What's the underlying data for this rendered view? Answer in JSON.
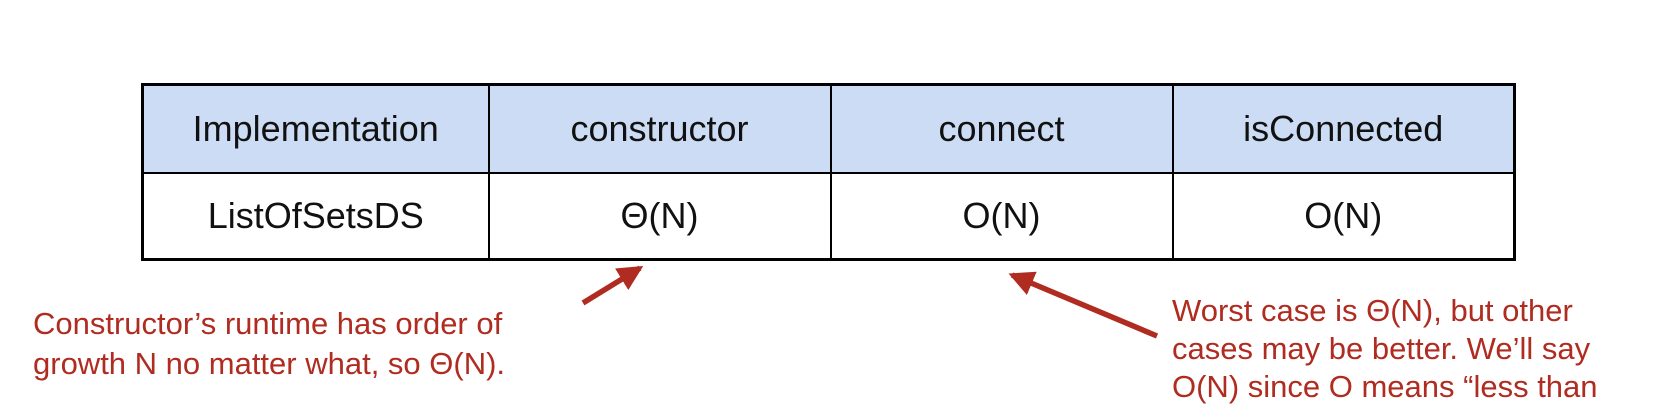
{
  "page": {
    "background": "#ffffff"
  },
  "table": {
    "headers": [
      "Implementation",
      "constructor",
      "connect",
      "isConnected"
    ],
    "rows": [
      [
        "ListOfSetsDS",
        "Θ(N)",
        "O(N)",
        "O(N)"
      ]
    ],
    "header_bg": "#ccdcf4",
    "border_color": "#000000",
    "text_color": "#111111"
  },
  "annotations": {
    "color": "#b02b20",
    "left": {
      "lines": [
        "Constructor’s runtime has order of",
        "growth N no matter what, so Θ(N)."
      ]
    },
    "right": {
      "lines": [
        "Worst case is Θ(N), but other",
        "cases may be better. We’ll say",
        "O(N) since O means “less than"
      ]
    }
  },
  "icons": {
    "constructor_arrow": "arrow-up-right",
    "connect_arrow": "arrow-up-left"
  }
}
